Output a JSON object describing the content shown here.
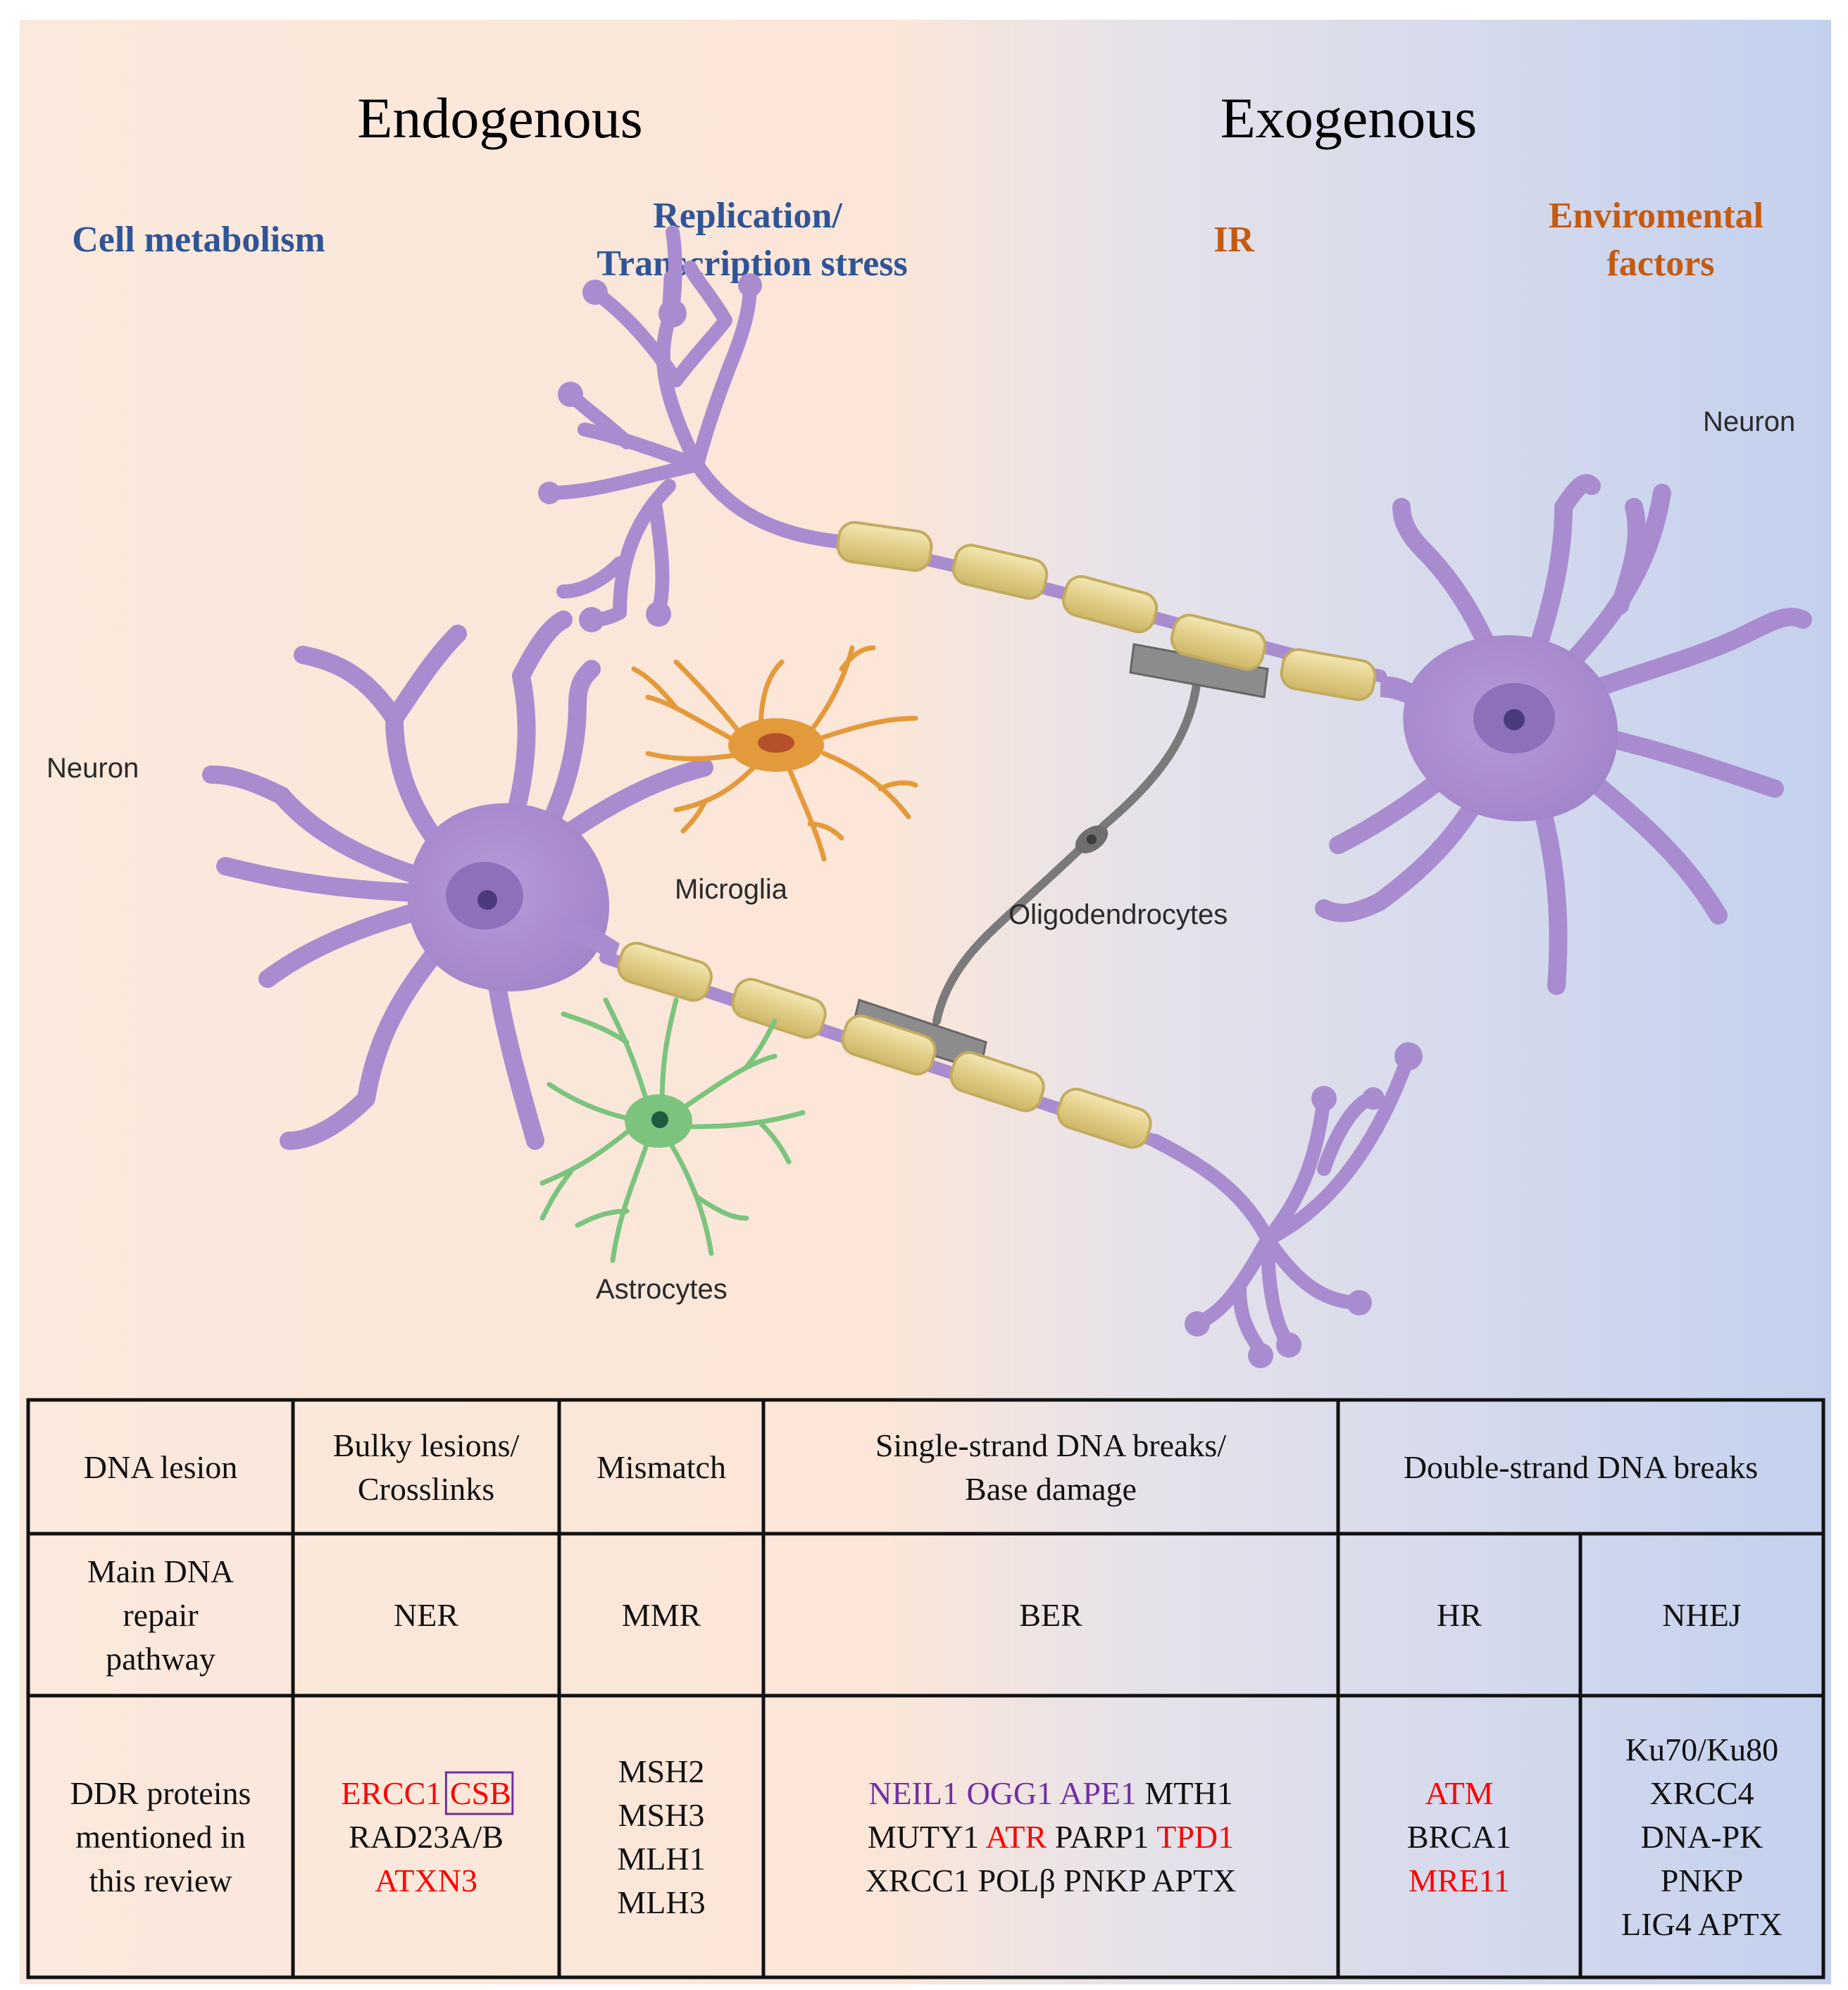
{
  "headings": {
    "left": "Endogenous",
    "right": "Exogenous"
  },
  "sources": [
    {
      "lines": [
        "Cell metabolism"
      ],
      "color": "#2f5597"
    },
    {
      "lines": [
        "Replication/",
        "Transcription stress"
      ],
      "color": "#2f5597"
    },
    {
      "lines": [
        "IR"
      ],
      "color": "#c55a11"
    },
    {
      "lines": [
        "Enviromental",
        "factors"
      ],
      "color": "#c55a11"
    }
  ],
  "cells": {
    "neuron_left": "Neuron",
    "neuron_right": "Neuron",
    "microglia": "Microglia",
    "oligodendrocytes": "Oligodendrocytes",
    "astrocytes": "Astrocytes"
  },
  "colors": {
    "bg_left": "#fbe9dd",
    "bg_right": "#c5d3ee",
    "neuron": "#a98ccf",
    "neuron_nucleus": "#8a6cb8",
    "myelin": "#e9d99a",
    "oligodendrocyte": "#7f7f7f",
    "microglia": "#e39a3b",
    "astrocyte": "#7cc47e",
    "red": "#ff0000",
    "purple": "#7030a0",
    "black": "#111111"
  },
  "table": {
    "row_headers": [
      [
        "DNA lesion"
      ],
      [
        "Main DNA",
        "repair",
        "pathway"
      ],
      [
        "DDR proteins",
        "mentioned in",
        "this review"
      ]
    ],
    "lesions": [
      [
        "Bulky lesions/",
        "Crosslinks"
      ],
      [
        "Mismatch"
      ],
      [
        "Single-strand DNA breaks/",
        "Base damage"
      ],
      [
        "Double-strand DNA breaks"
      ]
    ],
    "pathways": [
      "NER",
      "MMR",
      "BER",
      "HR",
      "NHEJ"
    ],
    "proteins": [
      [
        [
          {
            "t": "ERCC1",
            "c": "red"
          },
          {
            "t": "CSB",
            "c": "red",
            "boxed": true
          }
        ],
        [
          {
            "t": "RAD23A/B",
            "c": "black"
          }
        ],
        [
          {
            "t": "ATXN3",
            "c": "red"
          }
        ]
      ],
      [
        [
          {
            "t": "MSH2",
            "c": "black"
          }
        ],
        [
          {
            "t": "MSH3",
            "c": "black"
          }
        ],
        [
          {
            "t": "MLH1",
            "c": "black"
          }
        ],
        [
          {
            "t": "MLH3",
            "c": "black"
          }
        ]
      ],
      [
        [
          {
            "t": "NEIL1",
            "c": "purple"
          },
          {
            "t": "OGG1",
            "c": "purple"
          },
          {
            "t": "APE1",
            "c": "purple"
          },
          {
            "t": "MTH1",
            "c": "black"
          }
        ],
        [
          {
            "t": "MUTY1",
            "c": "black"
          },
          {
            "t": "ATR",
            "c": "red"
          },
          {
            "t": "PARP1",
            "c": "black"
          },
          {
            "t": "TPD1",
            "c": "red"
          }
        ],
        [
          {
            "t": "XRCC1",
            "c": "black"
          },
          {
            "t": "POLβ",
            "c": "black"
          },
          {
            "t": "PNKP",
            "c": "black"
          },
          {
            "t": "APTX",
            "c": "black"
          }
        ]
      ],
      [
        [
          {
            "t": "ATM",
            "c": "red"
          }
        ],
        [
          {
            "t": "BRCA1",
            "c": "black"
          }
        ],
        [
          {
            "t": "MRE11",
            "c": "red"
          }
        ]
      ],
      [
        [
          {
            "t": "Ku70/Ku80",
            "c": "black"
          }
        ],
        [
          {
            "t": "XRCC4",
            "c": "black"
          }
        ],
        [
          {
            "t": "DNA-PK",
            "c": "black"
          }
        ],
        [
          {
            "t": "PNKP",
            "c": "black"
          }
        ],
        [
          {
            "t": "LIG4 APTX",
            "c": "black"
          }
        ]
      ]
    ]
  }
}
